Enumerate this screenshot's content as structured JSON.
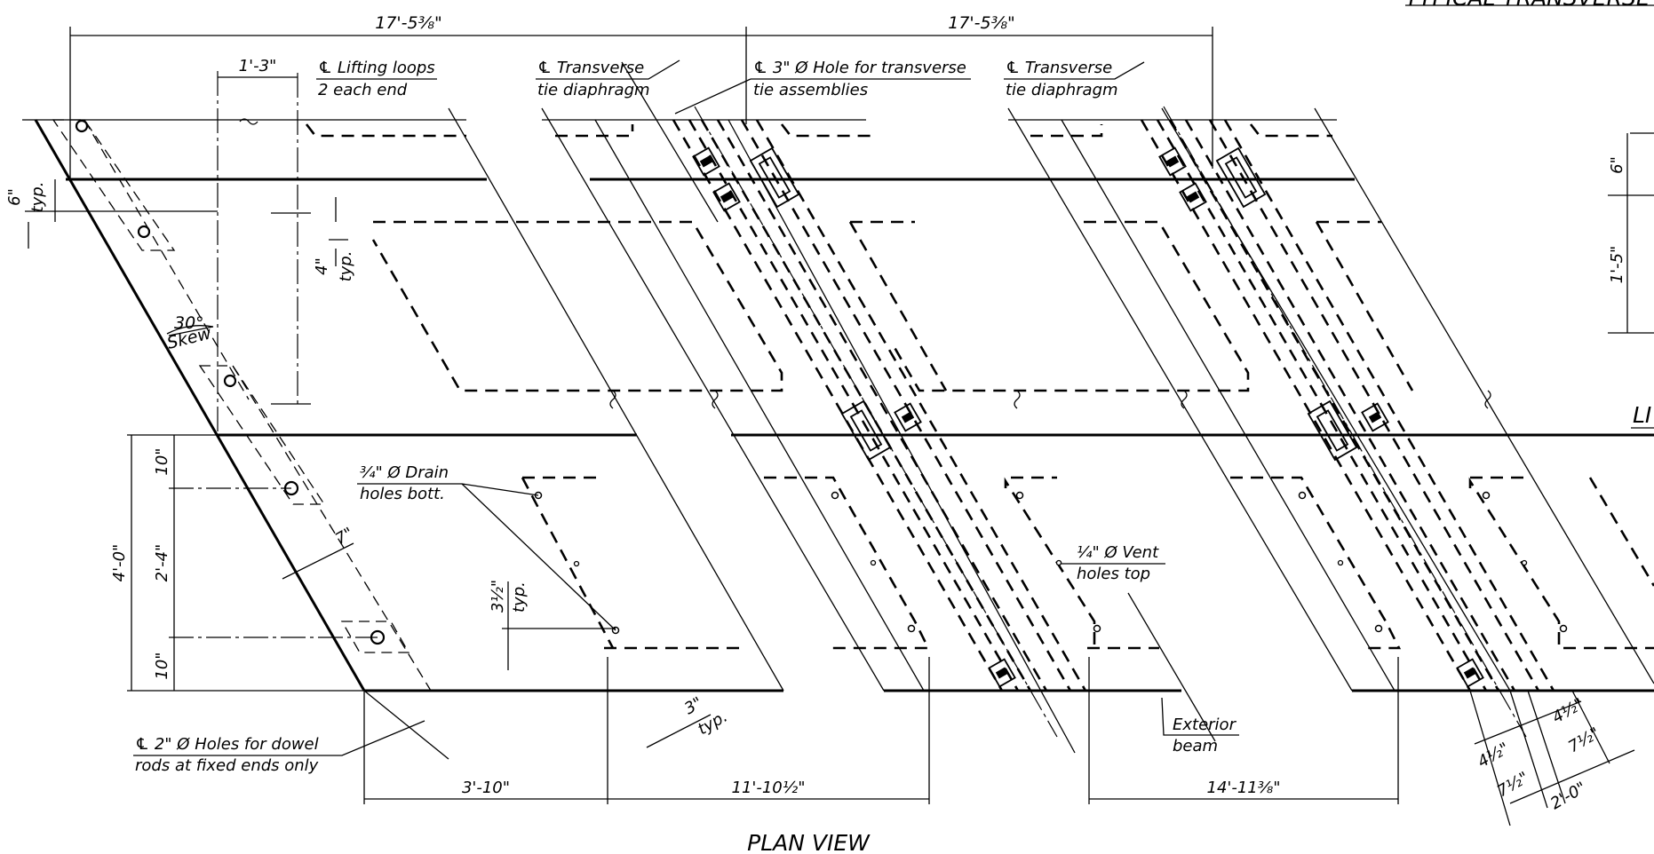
{
  "drawing": {
    "title": "PLAN VIEW",
    "partial_title_top_right": "TYPICAL TRANSVERSE",
    "partial_title_right": "LI"
  },
  "dimensions": {
    "overall_left": "17'-5⅜\"",
    "overall_right": "17'-5⅜\"",
    "lift_offset": "1'-3\"",
    "top_6_typ": "6\"",
    "typ": "typ.",
    "edge_4_typ": "4\"",
    "skew_angle": "30°",
    "skew_word": "Skew",
    "left_10_top": "10\"",
    "left_2_4": "2'-4\"",
    "left_10_bot": "10\"",
    "left_4_0": "4'-0\"",
    "seven_inch": "7\"",
    "drain_spacing": "3½\"",
    "three_inch": "3\"",
    "bottom_3_10": "3'-10\"",
    "bottom_11_10": "11'-10½\"",
    "bottom_14_11": "14'-11⅜\"",
    "right_4_half_a": "4½\"",
    "right_7_half_a": "7½\"",
    "right_4_half_b": "4½\"",
    "right_7_half_b": "7½\"",
    "right_2_0": "2'-0\"",
    "far_right_6": "6\"",
    "far_right_1_5": "1'-5\""
  },
  "callouts": {
    "lifting_loops_1": "℄ Lifting loops",
    "lifting_loops_2": "2 each end",
    "transverse_1a": "℄ Transverse",
    "transverse_1b": "tie diaphragm",
    "hole_3_a": "℄ 3\" Ø Hole for transverse",
    "hole_3_b": "tie assemblies",
    "transverse_2a": "℄ Transverse",
    "transverse_2b": "tie diaphragm",
    "drain_a": "¾\" Ø Drain",
    "drain_b": "holes bott.",
    "vent_a": "¼\" Ø Vent",
    "vent_b": "holes top",
    "dowel_a": "℄ 2\" Ø Holes for dowel",
    "dowel_b": "rods at fixed ends only",
    "exterior_a": "Exterior",
    "exterior_b": "beam"
  }
}
